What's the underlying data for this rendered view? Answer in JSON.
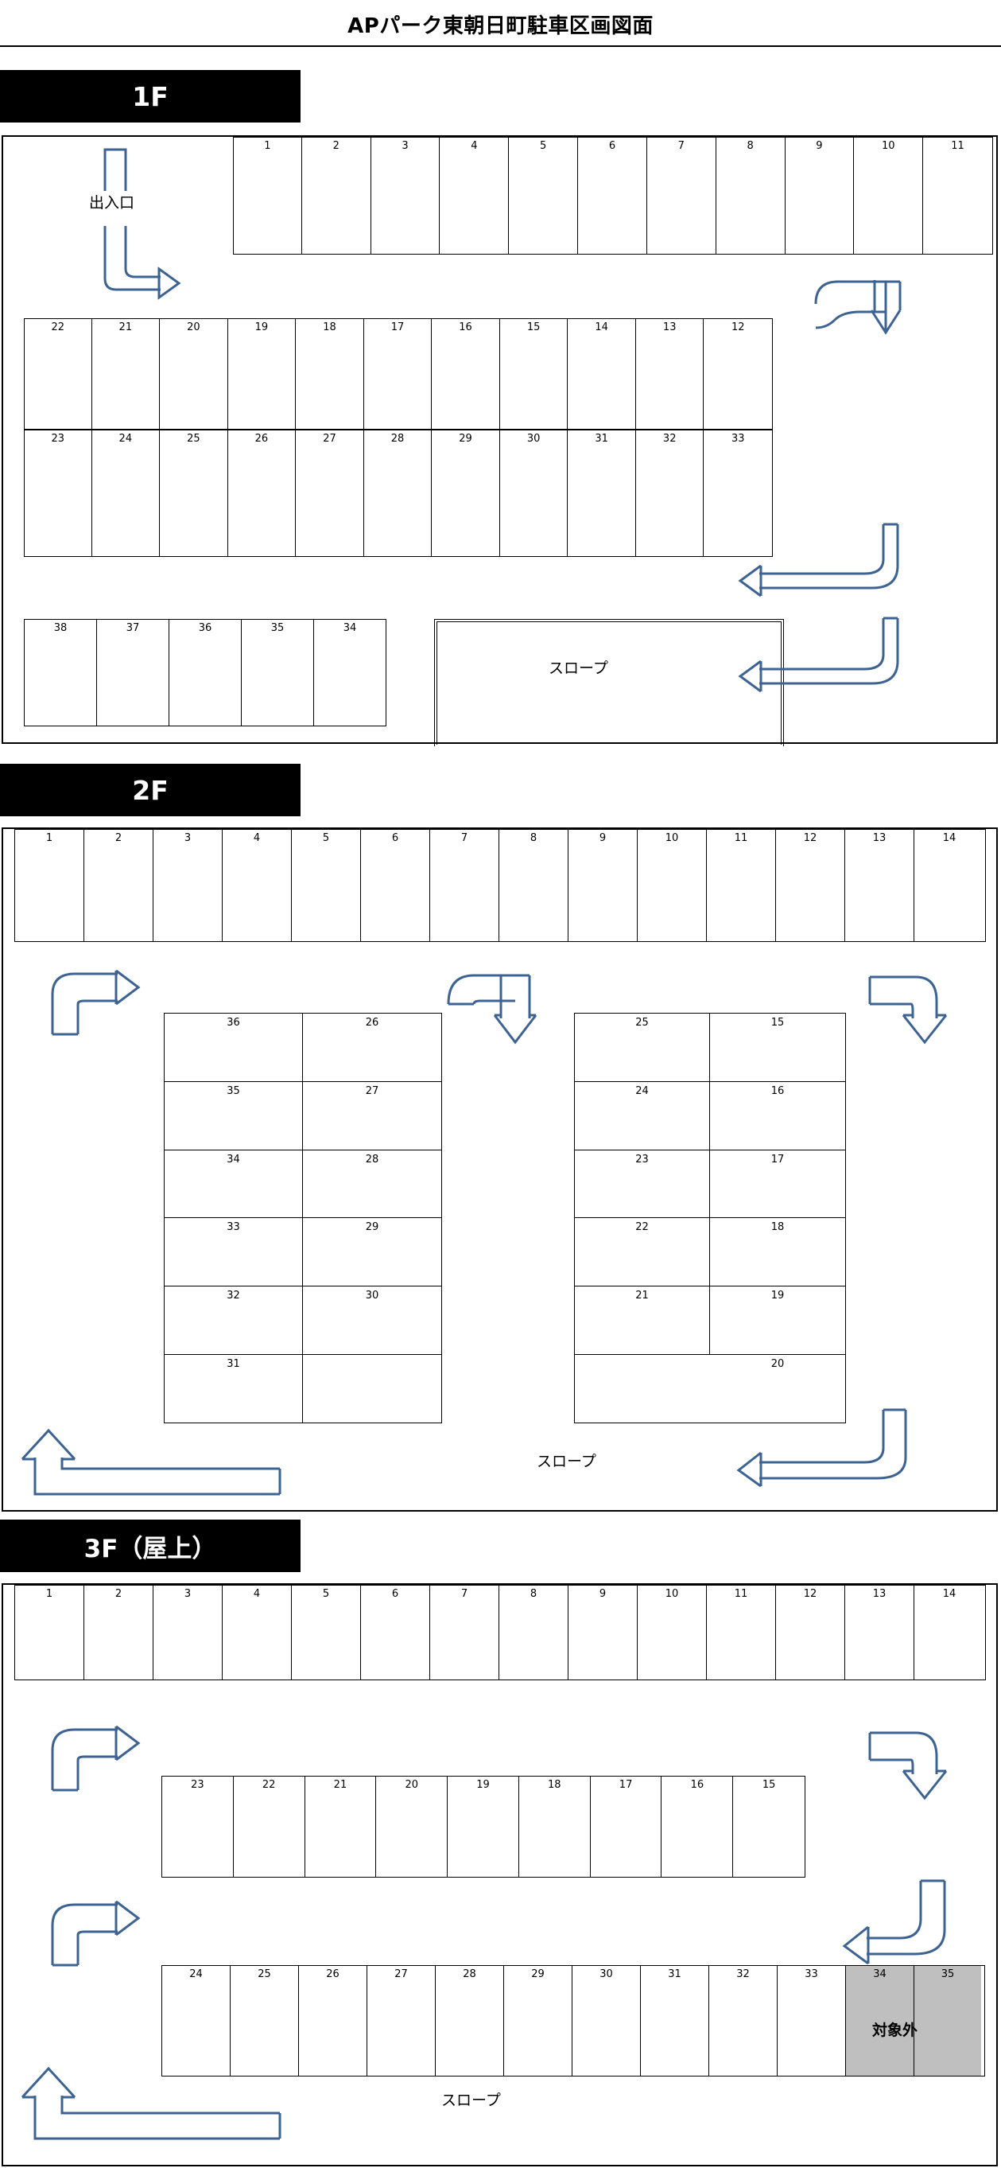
{
  "document": {
    "title": "APパーク東朝日町駐車区画図面"
  },
  "floors": [
    {
      "id": "1F",
      "label": "1F",
      "entrance_label": "出入口",
      "slope_label": "スロープ",
      "rows": [
        {
          "name": "top-row",
          "stalls": [
            "1",
            "2",
            "3",
            "4",
            "5",
            "6",
            "7",
            "8",
            "9",
            "10",
            "11"
          ]
        },
        {
          "name": "mid-upper-row",
          "stalls": [
            "22",
            "21",
            "20",
            "19",
            "18",
            "17",
            "16",
            "15",
            "14",
            "13",
            "12"
          ]
        },
        {
          "name": "mid-lower-row",
          "stalls": [
            "23",
            "24",
            "25",
            "26",
            "27",
            "28",
            "29",
            "30",
            "31",
            "32",
            "33"
          ]
        },
        {
          "name": "bottom-row",
          "stalls": [
            "38",
            "37",
            "36",
            "35",
            "34"
          ]
        }
      ]
    },
    {
      "id": "2F",
      "label": "2F",
      "slope_label": "スロープ",
      "rows": [
        {
          "name": "top-row",
          "stalls": [
            "1",
            "2",
            "3",
            "4",
            "5",
            "6",
            "7",
            "8",
            "9",
            "10",
            "11",
            "12",
            "13",
            "14"
          ]
        }
      ],
      "blocks": [
        {
          "name": "left-island",
          "pairs": [
            [
              "36",
              "26"
            ],
            [
              "35",
              "27"
            ],
            [
              "34",
              "28"
            ],
            [
              "33",
              "29"
            ],
            [
              "32",
              "30"
            ],
            [
              "31",
              ""
            ]
          ]
        },
        {
          "name": "right-island",
          "pairs": [
            [
              "25",
              "15"
            ],
            [
              "24",
              "16"
            ],
            [
              "23",
              "17"
            ],
            [
              "22",
              "18"
            ],
            [
              "21",
              "19"
            ],
            [
              "",
              "20"
            ]
          ]
        }
      ]
    },
    {
      "id": "3F",
      "label": "3F（屋上）",
      "slope_label": "スロープ",
      "excluded_label": "対象外",
      "rows": [
        {
          "name": "top-row",
          "stalls": [
            "1",
            "2",
            "3",
            "4",
            "5",
            "6",
            "7",
            "8",
            "9",
            "10",
            "11",
            "12",
            "13",
            "14"
          ]
        },
        {
          "name": "mid-row",
          "stalls": [
            "23",
            "22",
            "21",
            "20",
            "19",
            "18",
            "17",
            "16",
            "15"
          ]
        },
        {
          "name": "bottom-row",
          "stalls": [
            "24",
            "25",
            "26",
            "27",
            "28",
            "29",
            "30",
            "31",
            "32",
            "33",
            "34",
            "35"
          ]
        }
      ],
      "excluded_stalls": [
        "34",
        "35"
      ]
    }
  ],
  "colors": {
    "arrow": "#3d6393",
    "excluded_fill": "#bfbfbf",
    "line": "#000000",
    "chip_bg": "#000000",
    "chip_fg": "#ffffff"
  }
}
